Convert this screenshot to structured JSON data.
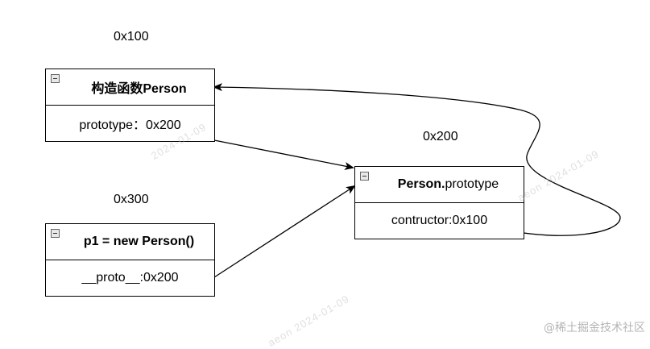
{
  "addresses": {
    "constructor_addr": "0x100",
    "prototype_addr": "0x200",
    "instance_addr": "0x300"
  },
  "nodes": {
    "constructor": {
      "title": "构造函数Person",
      "field": "prototype：0x200"
    },
    "prototype": {
      "title_bold": "Person.",
      "title_normal": "prototype",
      "field": "contructor:0x100"
    },
    "instance": {
      "title": "p1 = new Person()",
      "field": "__proto__:0x200"
    }
  },
  "watermarks": [
    "2024-01-09",
    "aeon  2024-01-09",
    "aeon  2024-01-09"
  ],
  "credit": "@稀土掘金技术社区"
}
